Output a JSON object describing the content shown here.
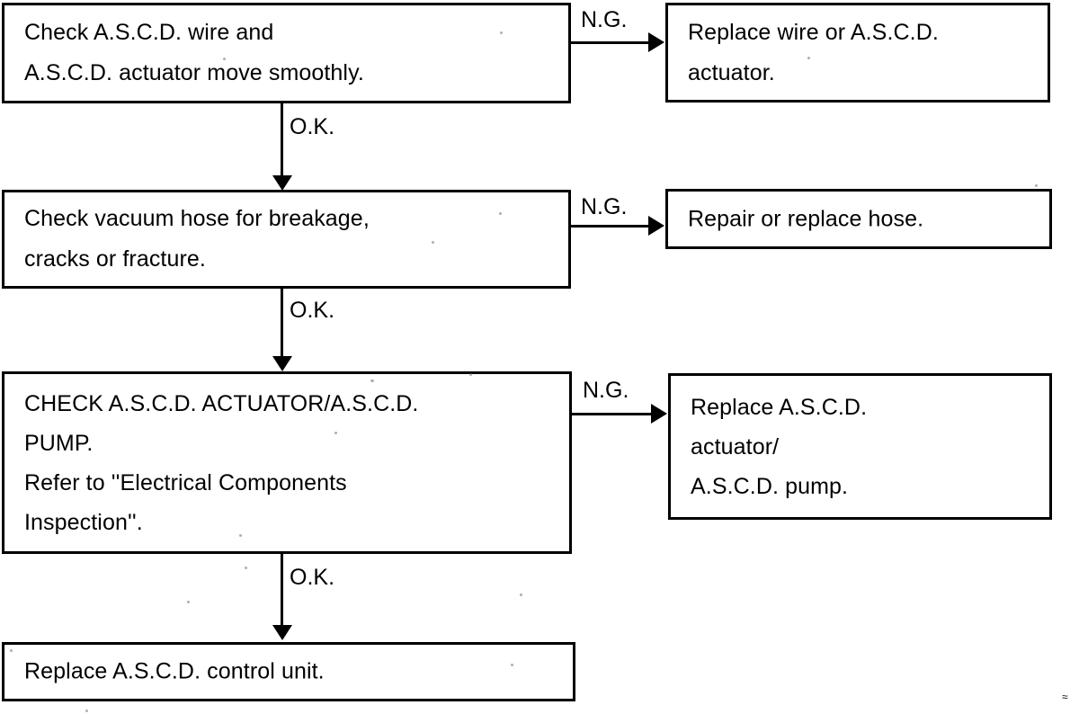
{
  "document": {
    "title": "A.S.C.D. Diagnostic Flowchart",
    "background_color": "#ffffff",
    "line_color": "#000000"
  },
  "nodes": [
    {
      "id": "check-ascd-wire",
      "text": "Check A.S.C.D. wire and\nA.S.C.D. actuator move smoothly."
    },
    {
      "id": "replace-wire-actuator",
      "text": "Replace wire or A.S.C.D.\nactuator."
    },
    {
      "id": "check-vacuum-hose",
      "text": "Check vacuum hose for breakage,\ncracks or fracture."
    },
    {
      "id": "repair-replace-hose",
      "text": "Repair or replace hose."
    },
    {
      "id": "check-actuator-pump",
      "text": "CHECK A.S.C.D. ACTUATOR/A.S.C.D.\nPUMP.\nRefer to ''Electrical Components\nInspection''."
    },
    {
      "id": "replace-actuator-pump",
      "text": "Replace A.S.C.D.\nactuator/\nA.S.C.D. pump."
    },
    {
      "id": "replace-control-unit",
      "text": "Replace A.S.C.D. control unit."
    }
  ],
  "edges": [
    {
      "id": "ng-1",
      "label": "N.G."
    },
    {
      "id": "ok-1",
      "label": "O.K."
    },
    {
      "id": "ng-2",
      "label": "N.G."
    },
    {
      "id": "ok-2",
      "label": "O.K."
    },
    {
      "id": "ng-3",
      "label": "N.G."
    },
    {
      "id": "ok-3",
      "label": "O.K."
    }
  ],
  "artifacts": {
    "corner_mark": "≈"
  }
}
